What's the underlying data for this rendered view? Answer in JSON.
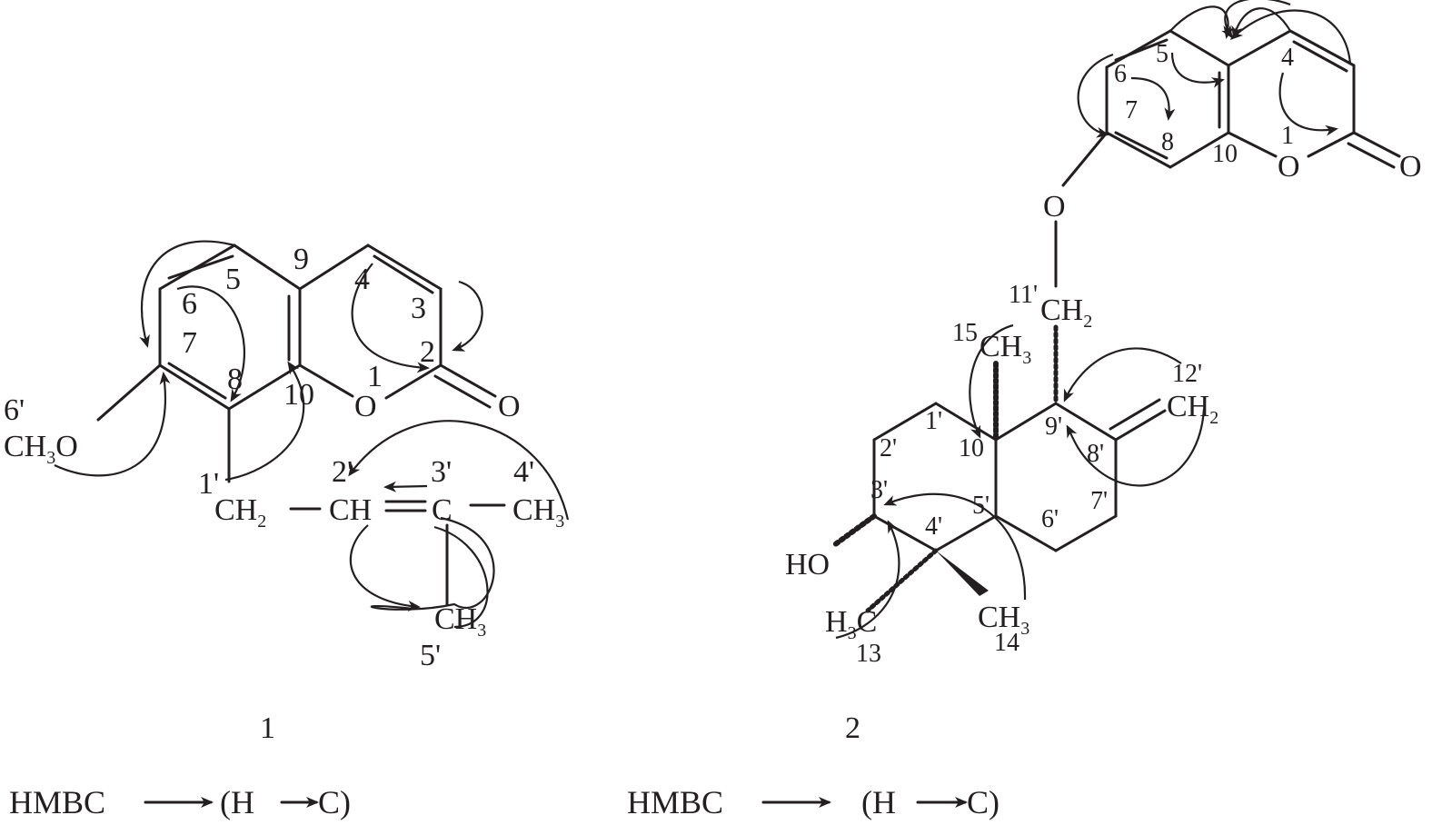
{
  "compound1": {
    "number": "1",
    "atoms": {
      "n9": "9",
      "n5": "5",
      "n4": "4",
      "n3": "3",
      "n6": "6",
      "n7": "7",
      "n2": "2",
      "n8": "8",
      "n1": "1",
      "n10": "10",
      "n1p": "1'",
      "n2p": "2'",
      "n3p": "3'",
      "n4p": "4'",
      "n5p": "5'",
      "n6p": "6'"
    },
    "groups": {
      "o_ring": "O",
      "o_carbonyl": "O",
      "methoxy": "CH3O",
      "ch2": "CH2",
      "ch": "CH",
      "c": "C",
      "ch3_right": "CH3",
      "ch3_down": "CH3"
    }
  },
  "compound2": {
    "number": "2",
    "atoms": {
      "n5": "5",
      "n4": "4",
      "n6": "6",
      "n7": "7",
      "n8": "8",
      "n10": "10",
      "n1": "1",
      "n11p": "11'",
      "n15": "15",
      "n12p": "12'",
      "n1p": "1'",
      "n9p": "9'",
      "n10p": "10",
      "n8p": "8'",
      "n2p": "2'",
      "n5p": "5'",
      "n4p": "4'",
      "n6p": "6'",
      "n7p": "7'",
      "n3p": "3'",
      "n13": "13",
      "n14": "14"
    },
    "groups": {
      "o_ring": "O",
      "o_carbonyl": "O",
      "o_ether": "O",
      "ch2_11": "CH2",
      "ch3_15": "CH3",
      "ch2_12": "CH2",
      "ho": "HO",
      "h3c": "H3C",
      "ch3_14": "CH3"
    }
  },
  "legend": {
    "left_label": "HMBC",
    "left_tail": "(H",
    "left_end": "C)",
    "right_label": "HMBC",
    "right_tail": "(H",
    "right_end": "C)"
  }
}
